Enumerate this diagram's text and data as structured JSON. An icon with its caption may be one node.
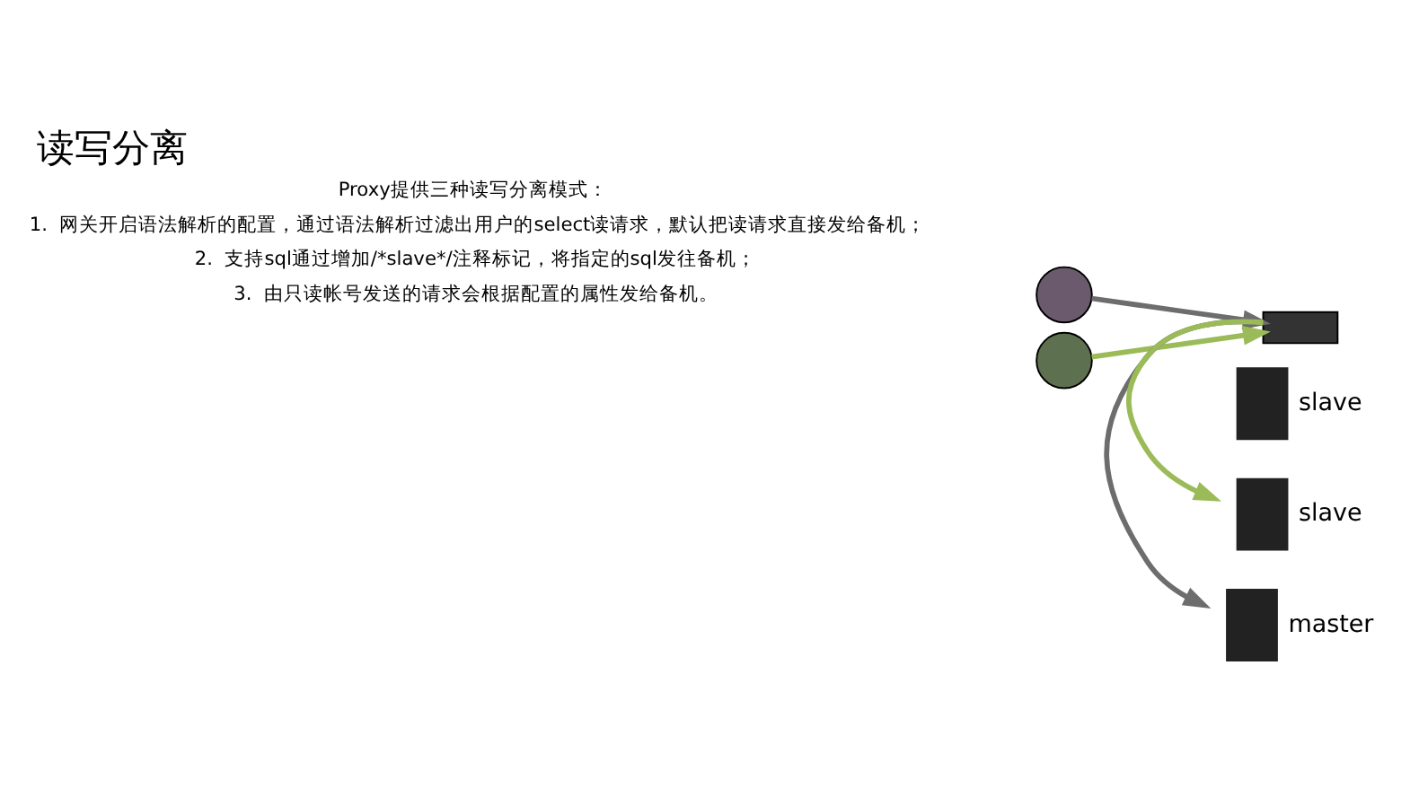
{
  "diagram": {
    "title": "读写分离",
    "nodes": [
      {
        "text": [],
        "shape": "person"
      },
      {
        "text": [],
        "shape": "person"
      },
      {
        "text": [],
        "shape": "box"
      },
      {
        "text": [],
        "shape": "box",
        "beside": [
          "master"
        ]
      },
      {
        "text": [],
        "shape": "box",
        "beside": [
          "slave"
        ]
      },
      {
        "text": [],
        "shape": "box",
        "beside": [
          "slave"
        ]
      }
    ],
    "edges": [
      {
        "from": 0,
        "to": 2,
        "arrow": "to",
        "color": "#6d6d6d"
      },
      {
        "from": 1,
        "to": 2,
        "arrow": "to",
        "color": "#9bbb59"
      },
      {
        "from": 2,
        "to": 3,
        "arrow": "to",
        "color": "#6d6d6d"
      },
      {
        "from": 2,
        "to": 5,
        "arrow": "to",
        "color": "#9bbb59"
      }
    ],
    "labels": [
      "Proxy提供三种读写分离模式：",
      "1.  网关开启语法解析的配置，通过语法解析过滤出用户的select读请求，默认把读请求直接发给备机；",
      "2.  支持sql通过增加/*slave*/注释标记，将指定的sql发往备机；",
      "3.  由只读帐号发送的请求会根据配置的属性发给备机。"
    ]
  }
}
